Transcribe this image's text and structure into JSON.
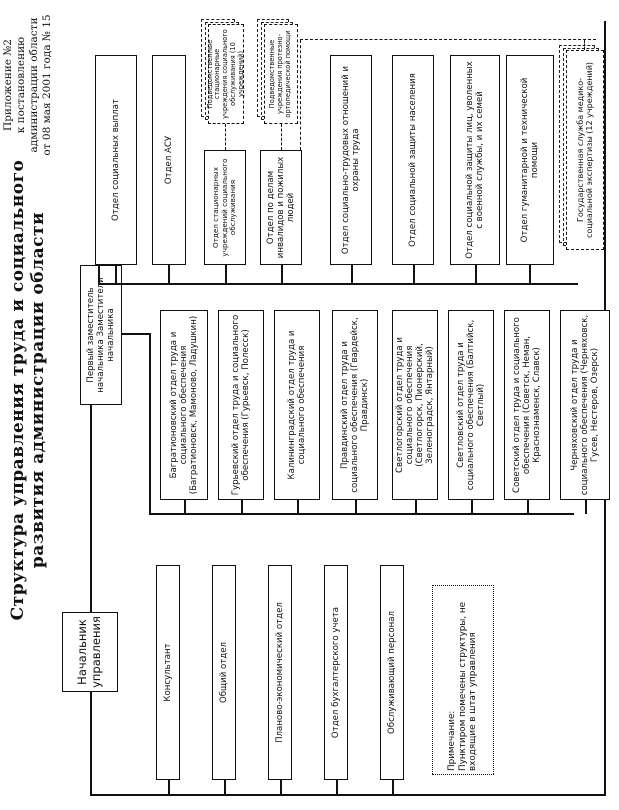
{
  "appendix": {
    "line1": "Приложение №2",
    "line2": "к постановлению",
    "line3": "администрации области",
    "line4": "от 08 мая 2001 года № 15"
  },
  "title": {
    "line1": "Структура управления труда и социального",
    "line2": "развития администрации области"
  },
  "head": "Начальник управления",
  "deputy": "Первый заместитель начальника Заместители начальника",
  "staff_units": [
    "Консультант",
    "Общий отдел",
    "Планово-экономический отдел",
    "Отдел бухгалтерского учета",
    "Обслуживающий персонал"
  ],
  "district_units": [
    "Багратионовский отдел труда и социального обеспечения (Багратионовск, Мамоново, Ладушкин)",
    "Гурьевский отдел труда и социального обеспечения (Гурьевск, Полесск)",
    "Калининградский отдел труда и социального обеспечения",
    "Правдинский отдел труда и социального обеспечения (Гвардейск, Правдинск)",
    "Светлогорский отдел труда и социального обеспечения (Светлогорск, Пионерский, Зеленоградск, Янтарный)",
    "Светловский отдел труда и социального обеспечения (Балтийск, Светлый)",
    "Советский отдел труда и социального обеспечения (Советск, Неман, Краснознаменск, Славск)",
    "Черняховский отдел труда и социального обеспечения (Черняховск, Гусев, Нестеров, Озерск)"
  ],
  "top_units": [
    "Отдел социальных выплат",
    "Отдел АСУ",
    "Отдел стационарных учреждений социального обслуживания",
    "Отдел по делам инвалидов и пожилых людей",
    "Отдел социально-трудовых отношений и охраны труда",
    "Отдел социальной защиты населения",
    "Отдел социальной защиты лиц, уволенных с военной службы, и их семей",
    "Отдел гуманитарной и технической помощи"
  ],
  "subordinate": {
    "stationary": "Подведомственные стационарные учреждения социального обслуживания (10 учреждений)",
    "disabled": "Подведомственные учреждения протезно-ортопедической помощи",
    "expertise": "Государственная служба медико-социальной экспертизы (12 учреждений)"
  },
  "note": {
    "title": "Примечание:",
    "text": "Пунктиром помечены структуры, не входящие в штат управления"
  }
}
